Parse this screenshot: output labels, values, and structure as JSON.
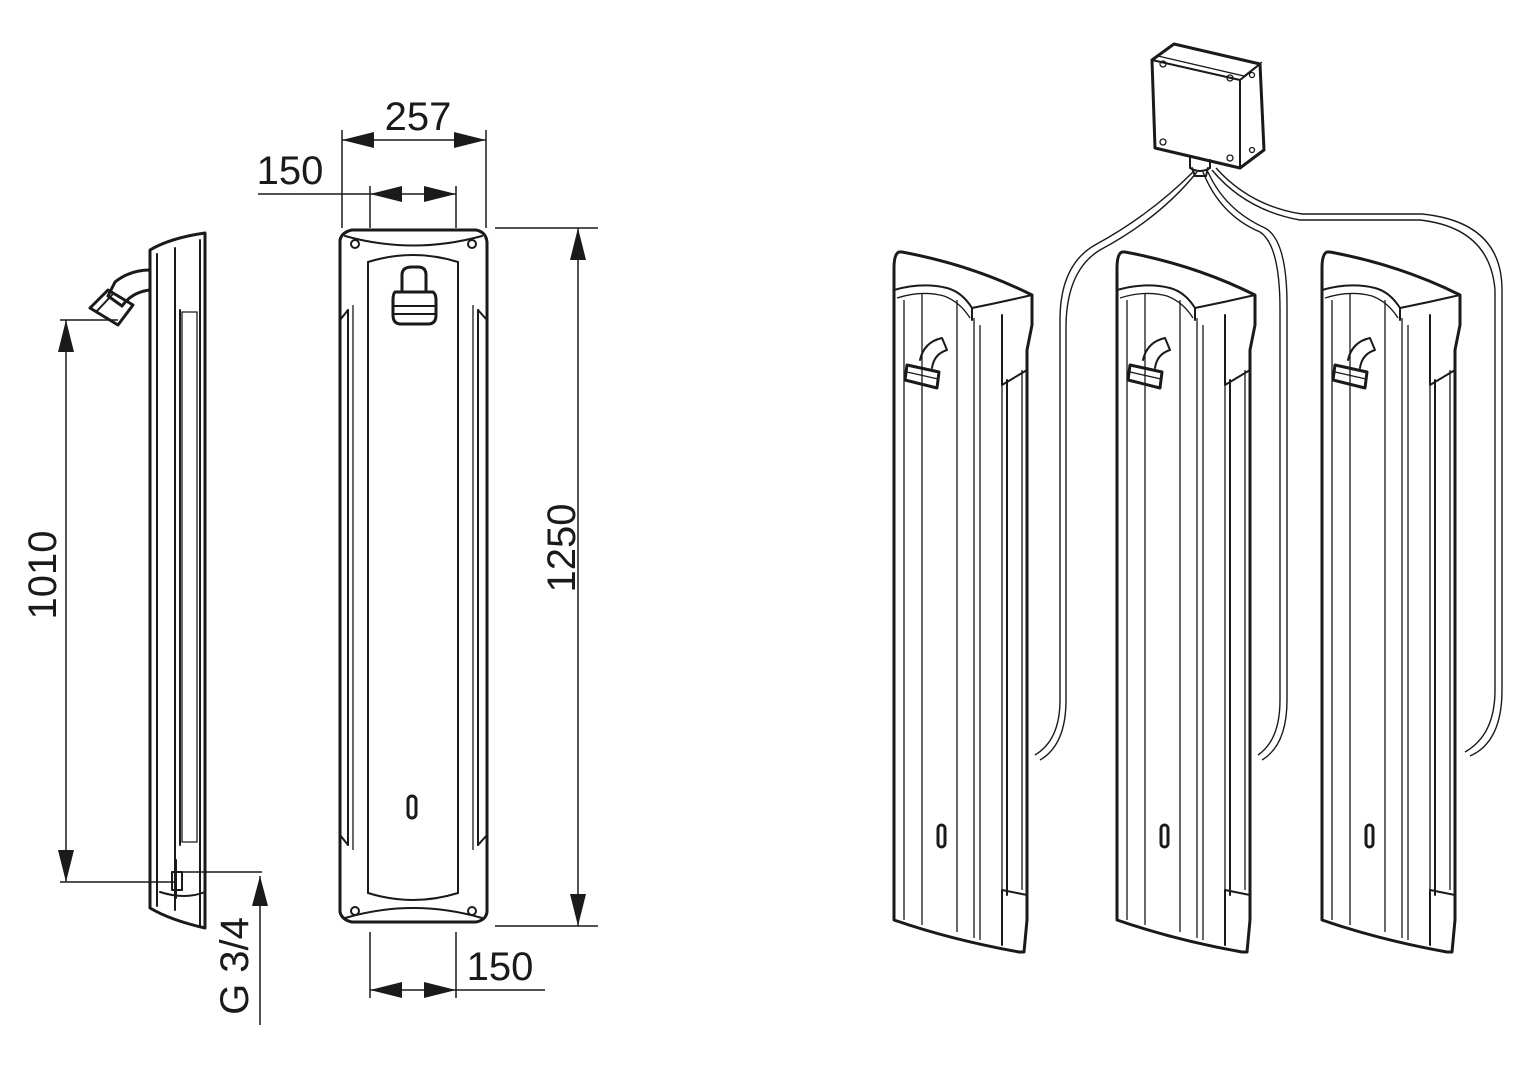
{
  "dimensions": {
    "total_width": "257",
    "top_inner_width": "150",
    "bottom_inner_width": "150",
    "total_height": "1250",
    "outlet_height": "1010",
    "connection_thread": "G 3/4"
  },
  "components": {
    "side_view": "shower-panel-side-view",
    "front_view": "shower-panel-front-view",
    "junction_box": "control-junction-box",
    "panel_count": 3
  },
  "colors": {
    "line": "#1a1a1a",
    "background": "#ffffff"
  }
}
